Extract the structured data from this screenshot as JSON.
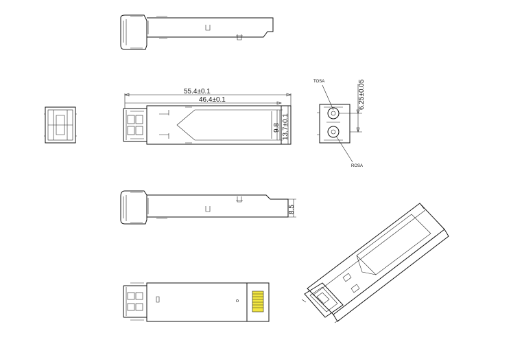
{
  "dimensions": {
    "overall_length": "55.4±0.1",
    "body_length": "46.4±0.1",
    "port_spacing": "9.8",
    "body_width": "13.7±0.1",
    "height": "8.5",
    "port_offset": "6.25±0.05"
  },
  "labels": {
    "tosa": "TOSA",
    "rosa": "ROSA"
  }
}
